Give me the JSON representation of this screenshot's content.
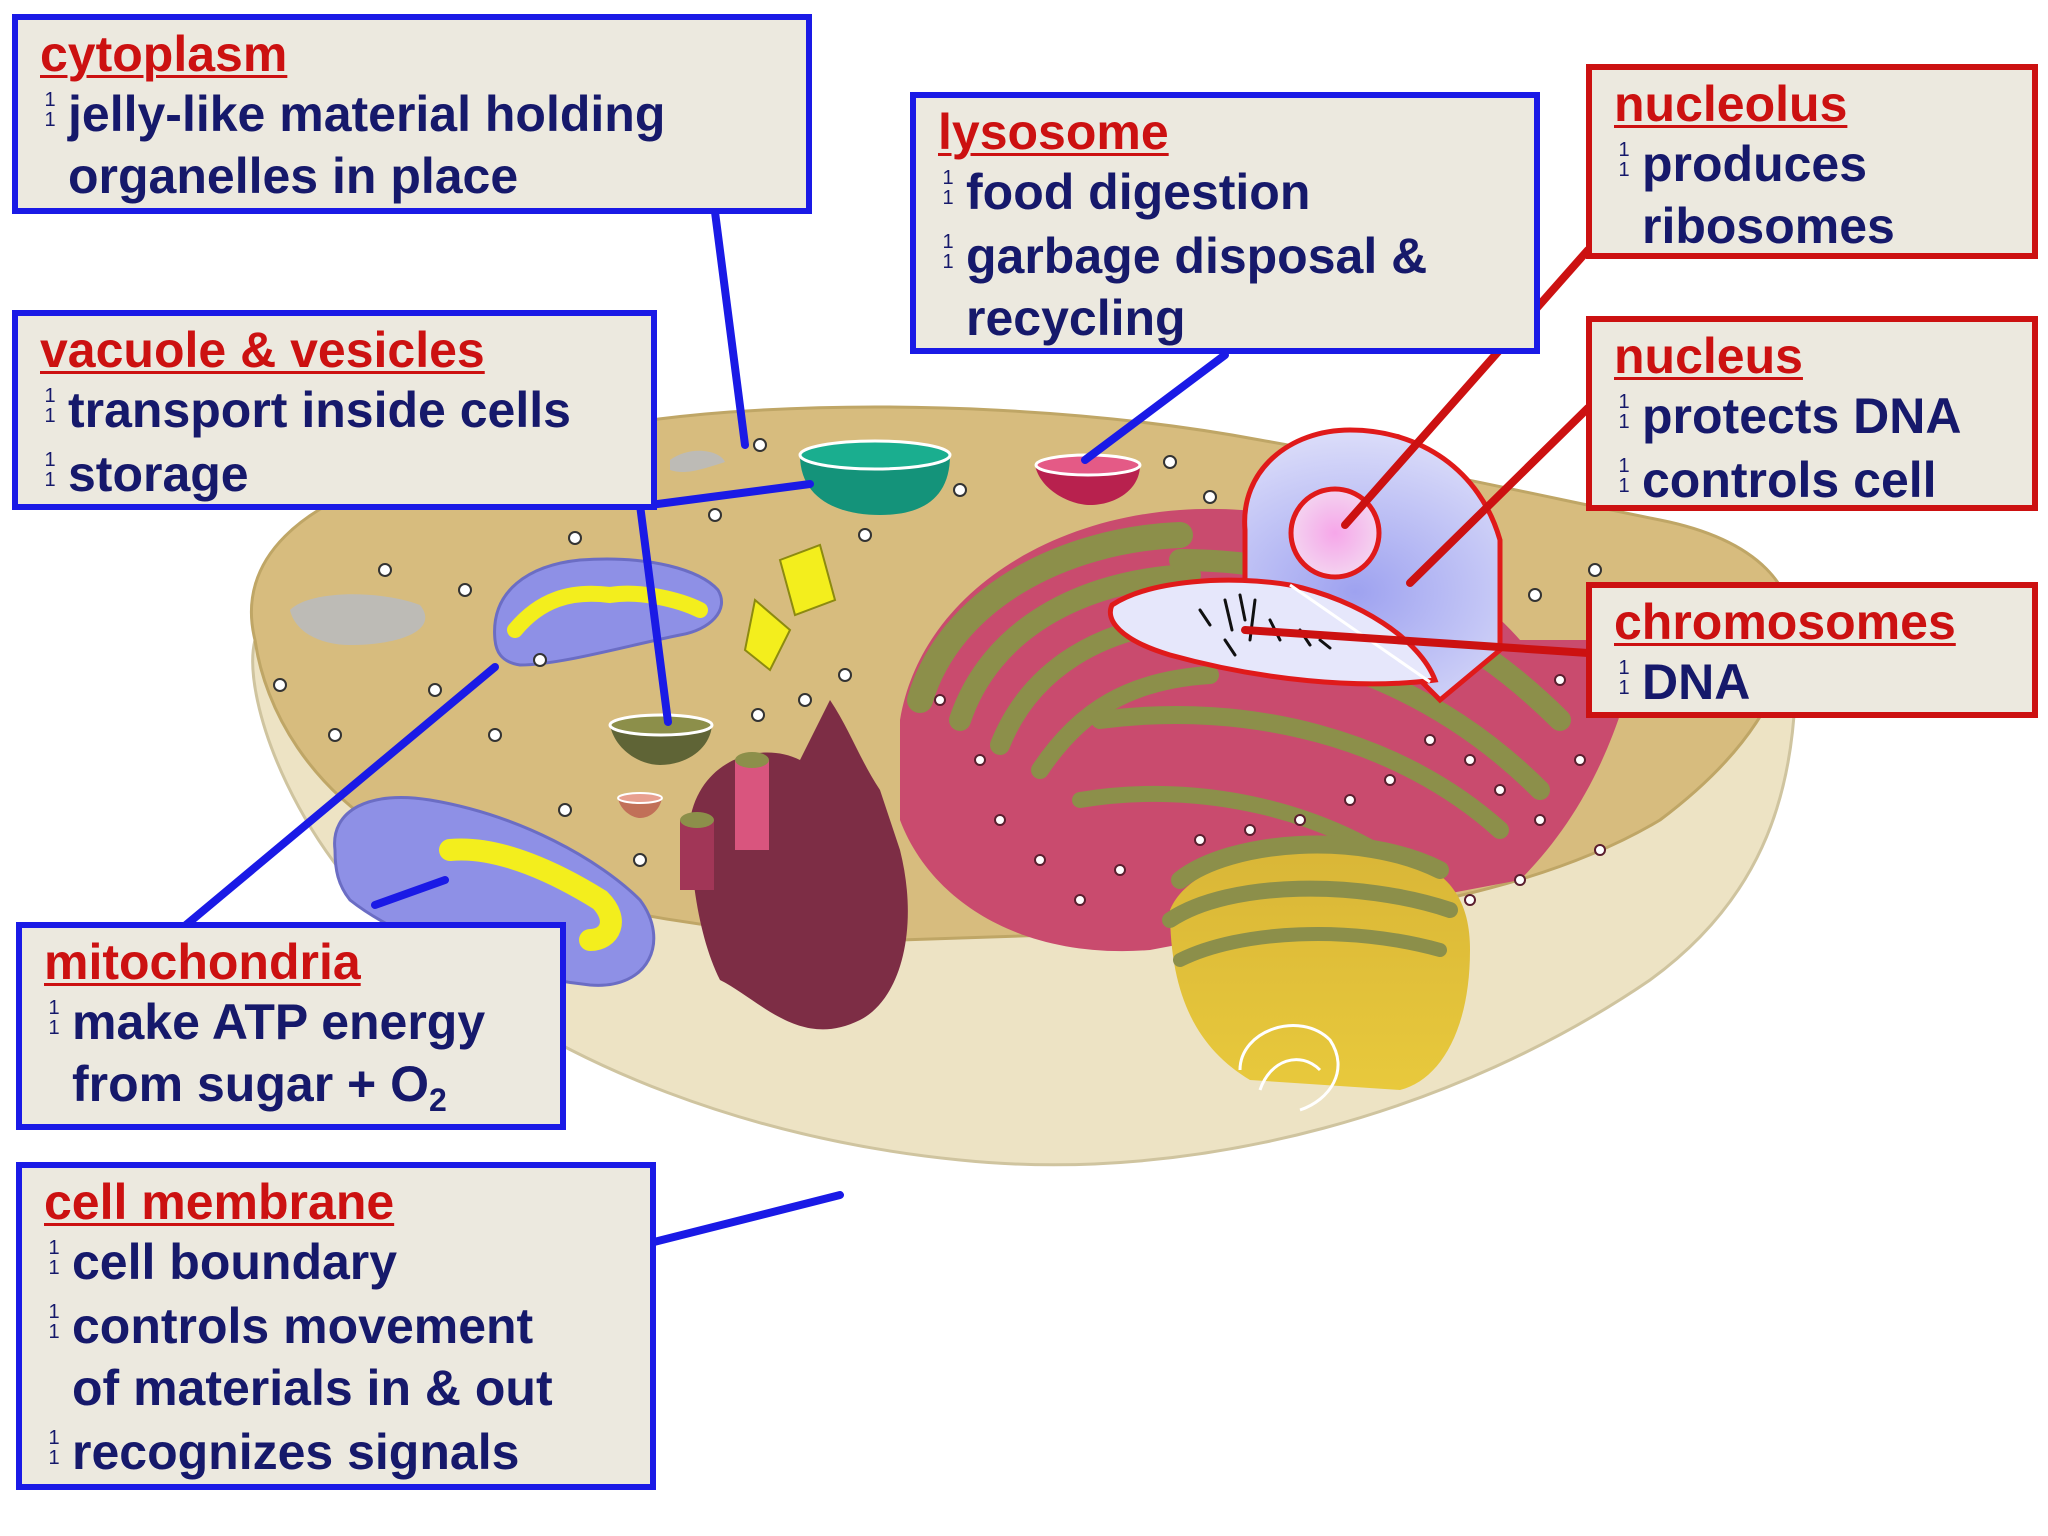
{
  "labels": {
    "cytoplasm": {
      "title": "cytoplasm",
      "lines": [
        "jelly-like material holding",
        "organelles in place"
      ]
    },
    "lysosome": {
      "title": "lysosome",
      "lines": [
        "food digestion",
        "garbage disposal &",
        "recycling"
      ]
    },
    "nucleolus": {
      "title": "nucleolus",
      "lines": [
        "produces",
        "ribosomes"
      ]
    },
    "nucleus": {
      "title": "nucleus",
      "lines": [
        "protects DNA",
        "controls cell"
      ]
    },
    "chromosomes": {
      "title": "chromosomes",
      "lines": [
        "DNA"
      ]
    },
    "vacuole": {
      "title": "vacuole & vesicles",
      "lines": [
        "transport inside cells",
        "storage"
      ]
    },
    "mitochondria": {
      "title": "mitochondria",
      "lines": [
        "make ATP energy",
        "from sugar + O",
        "2"
      ]
    },
    "membrane": {
      "title": "cell membrane",
      "lines": [
        "cell boundary",
        "controls movement",
        "of materials in & out",
        "recognizes signals"
      ]
    }
  },
  "bullet_glyph": "1",
  "colors": {
    "blue_border": "#1A1AE6",
    "red_border": "#CC1111",
    "title_red": "#CC1111",
    "text_navy": "#16196B",
    "box_fill": "#ECE9DF",
    "cytoplasm_fill": "#D7BC7E",
    "membrane_fill": "#EDE3C4",
    "er_pink": "#D9557E",
    "er_green": "#8C8F4A",
    "nucleus_fill": "#C9CCF3",
    "mito_blue": "#8E90E6",
    "mito_yellow": "#F3EE1D"
  }
}
